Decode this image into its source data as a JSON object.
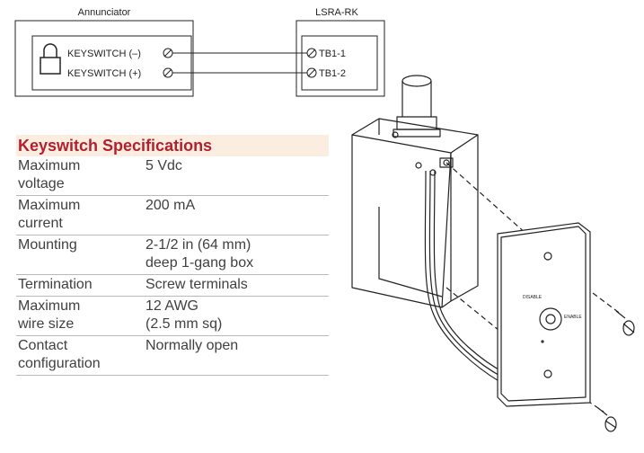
{
  "wiring": {
    "annunciator_label": "Annunciator",
    "rk_label": "LSRA-RK",
    "terminals_left": [
      "KEYSWITCH (–)",
      "KEYSWITCH (+)"
    ],
    "terminals_right": [
      "TB1-1",
      "TB1-2"
    ]
  },
  "specs": {
    "title": "Keyswitch Specifications",
    "rows": [
      {
        "name": "Maximum\nvoltage",
        "value": "5 Vdc"
      },
      {
        "name": "Maximum\ncurrent",
        "value": "200 mA"
      },
      {
        "name": "Mounting",
        "value": "2-1/2 in (64 mm)\ndeep 1-gang box"
      },
      {
        "name": "Termination",
        "value": "Screw terminals"
      },
      {
        "name": "Maximum\nwire size",
        "value": "12 AWG\n(2.5 mm sq)"
      },
      {
        "name": "Contact\nconfiguration",
        "value": "Normally open"
      }
    ]
  },
  "illustration": {
    "plate_labels": [
      "DISABLE",
      "ENABLE"
    ]
  }
}
